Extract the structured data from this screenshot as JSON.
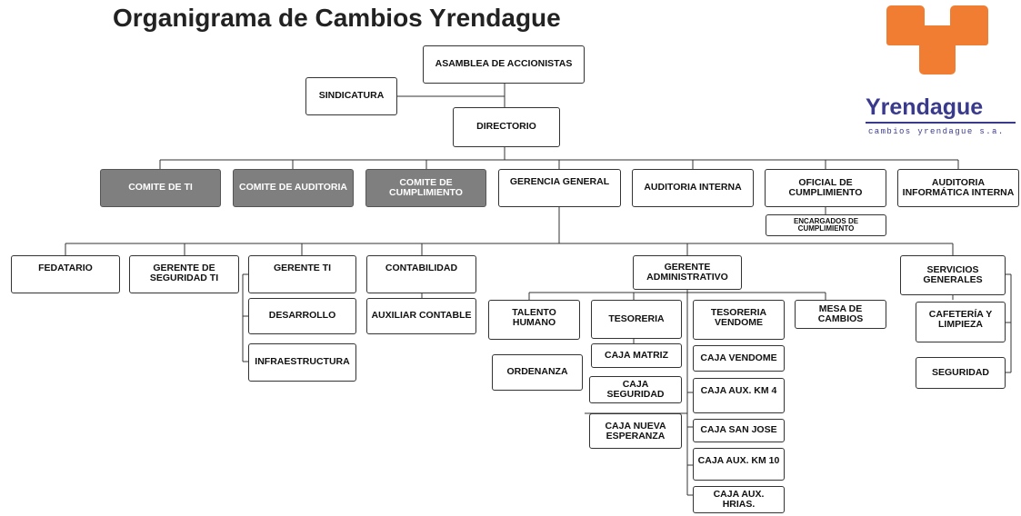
{
  "title": "Organigrama de Cambios Yrendague",
  "logo": {
    "brand": "Yrendague",
    "tagline": "cambios yrendague s.a.",
    "colors": {
      "mark": "#f07d32",
      "text": "#3a3a8c"
    }
  },
  "colors": {
    "committee_fill": "#7f7f7f",
    "line": "#333333"
  },
  "nodes": {
    "asamblea": "ASAMBLEA DE ACCIONISTAS",
    "sindicatura": "SINDICATURA",
    "directorio": "DIRECTORIO",
    "comite_ti": "COMITE DE TI",
    "comite_auditoria": "COMITE DE AUDITORIA",
    "comite_cumplimiento": "COMITE DE CUMPLIMIENTO",
    "gerencia_general": "GERENCIA GENERAL",
    "auditoria_interna": "AUDITORIA INTERNA",
    "oficial_cumplimiento": "OFICIAL DE CUMPLIMIENTO",
    "encargados_cumplimiento": "ENCARGADOS DE CUMPLIMIENTO",
    "auditoria_informatica": "AUDITORIA INFORMÁTICA INTERNA",
    "fedatario": "FEDATARIO",
    "gerente_seguridad_ti": "GERENTE DE SEGURIDAD TI",
    "gerente_ti": "GERENTE TI",
    "desarrollo": "DESARROLLO",
    "infraestructura": "INFRAESTRUCTURA",
    "contabilidad": "CONTABILIDAD",
    "auxiliar_contable": "AUXILIAR CONTABLE",
    "gerente_administrativo": "GERENTE ADMINISTRATIVO",
    "talento_humano": "TALENTO HUMANO",
    "ordenanza": "ORDENANZA",
    "tesoreria": "TESORERIA",
    "caja_matriz": "CAJA MATRIZ",
    "caja_seguridad": "CAJA SEGURIDAD",
    "caja_nueva_esperanza": "CAJA NUEVA ESPERANZA",
    "tesoreria_vendome": "TESORERIA VENDOME",
    "caja_vendome": "CAJA VENDOME",
    "caja_aux_km4": "CAJA AUX. KM 4",
    "caja_san_jose": "CAJA SAN JOSE",
    "caja_aux_km10": "CAJA AUX. KM 10",
    "caja_aux_hrias": "CAJA AUX. HRIAS.",
    "mesa_cambios": "MESA DE CAMBIOS",
    "servicios_generales": "SERVICIOS GENERALES",
    "cafeteria_limpieza": "CAFETERÍA Y LIMPIEZA",
    "seguridad": "SEGURIDAD"
  }
}
